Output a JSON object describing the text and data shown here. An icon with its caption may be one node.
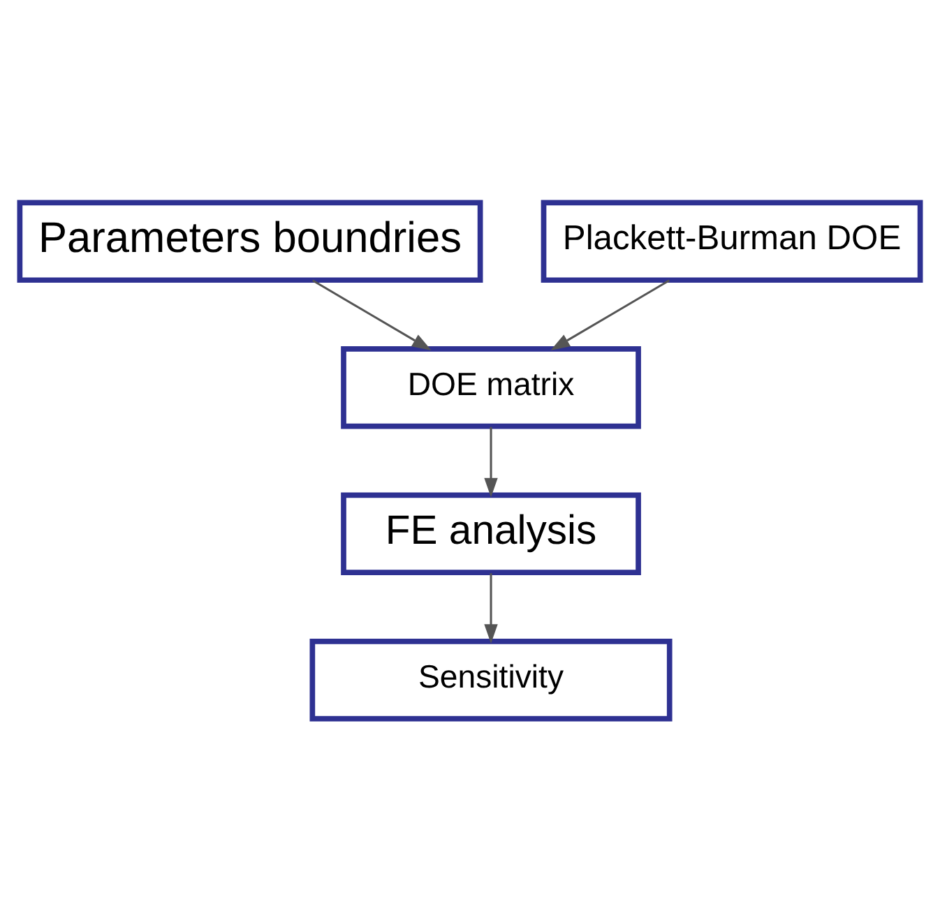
{
  "diagram": {
    "nodes": [
      {
        "text": [
          "Parameters boundries"
        ]
      },
      {
        "text": [
          "Plackett-Burman DOE"
        ]
      },
      {
        "text": [
          "DOE matrix"
        ]
      },
      {
        "text": [
          "FE analysis"
        ]
      },
      {
        "text": [
          "Sensitivity"
        ]
      }
    ],
    "edges": [
      {
        "from": 0,
        "to": 2,
        "arrow": "to"
      },
      {
        "from": 1,
        "to": 2,
        "arrow": "to"
      },
      {
        "from": 2,
        "to": 3,
        "arrow": "to"
      },
      {
        "from": 3,
        "to": 4,
        "arrow": "to"
      }
    ]
  }
}
